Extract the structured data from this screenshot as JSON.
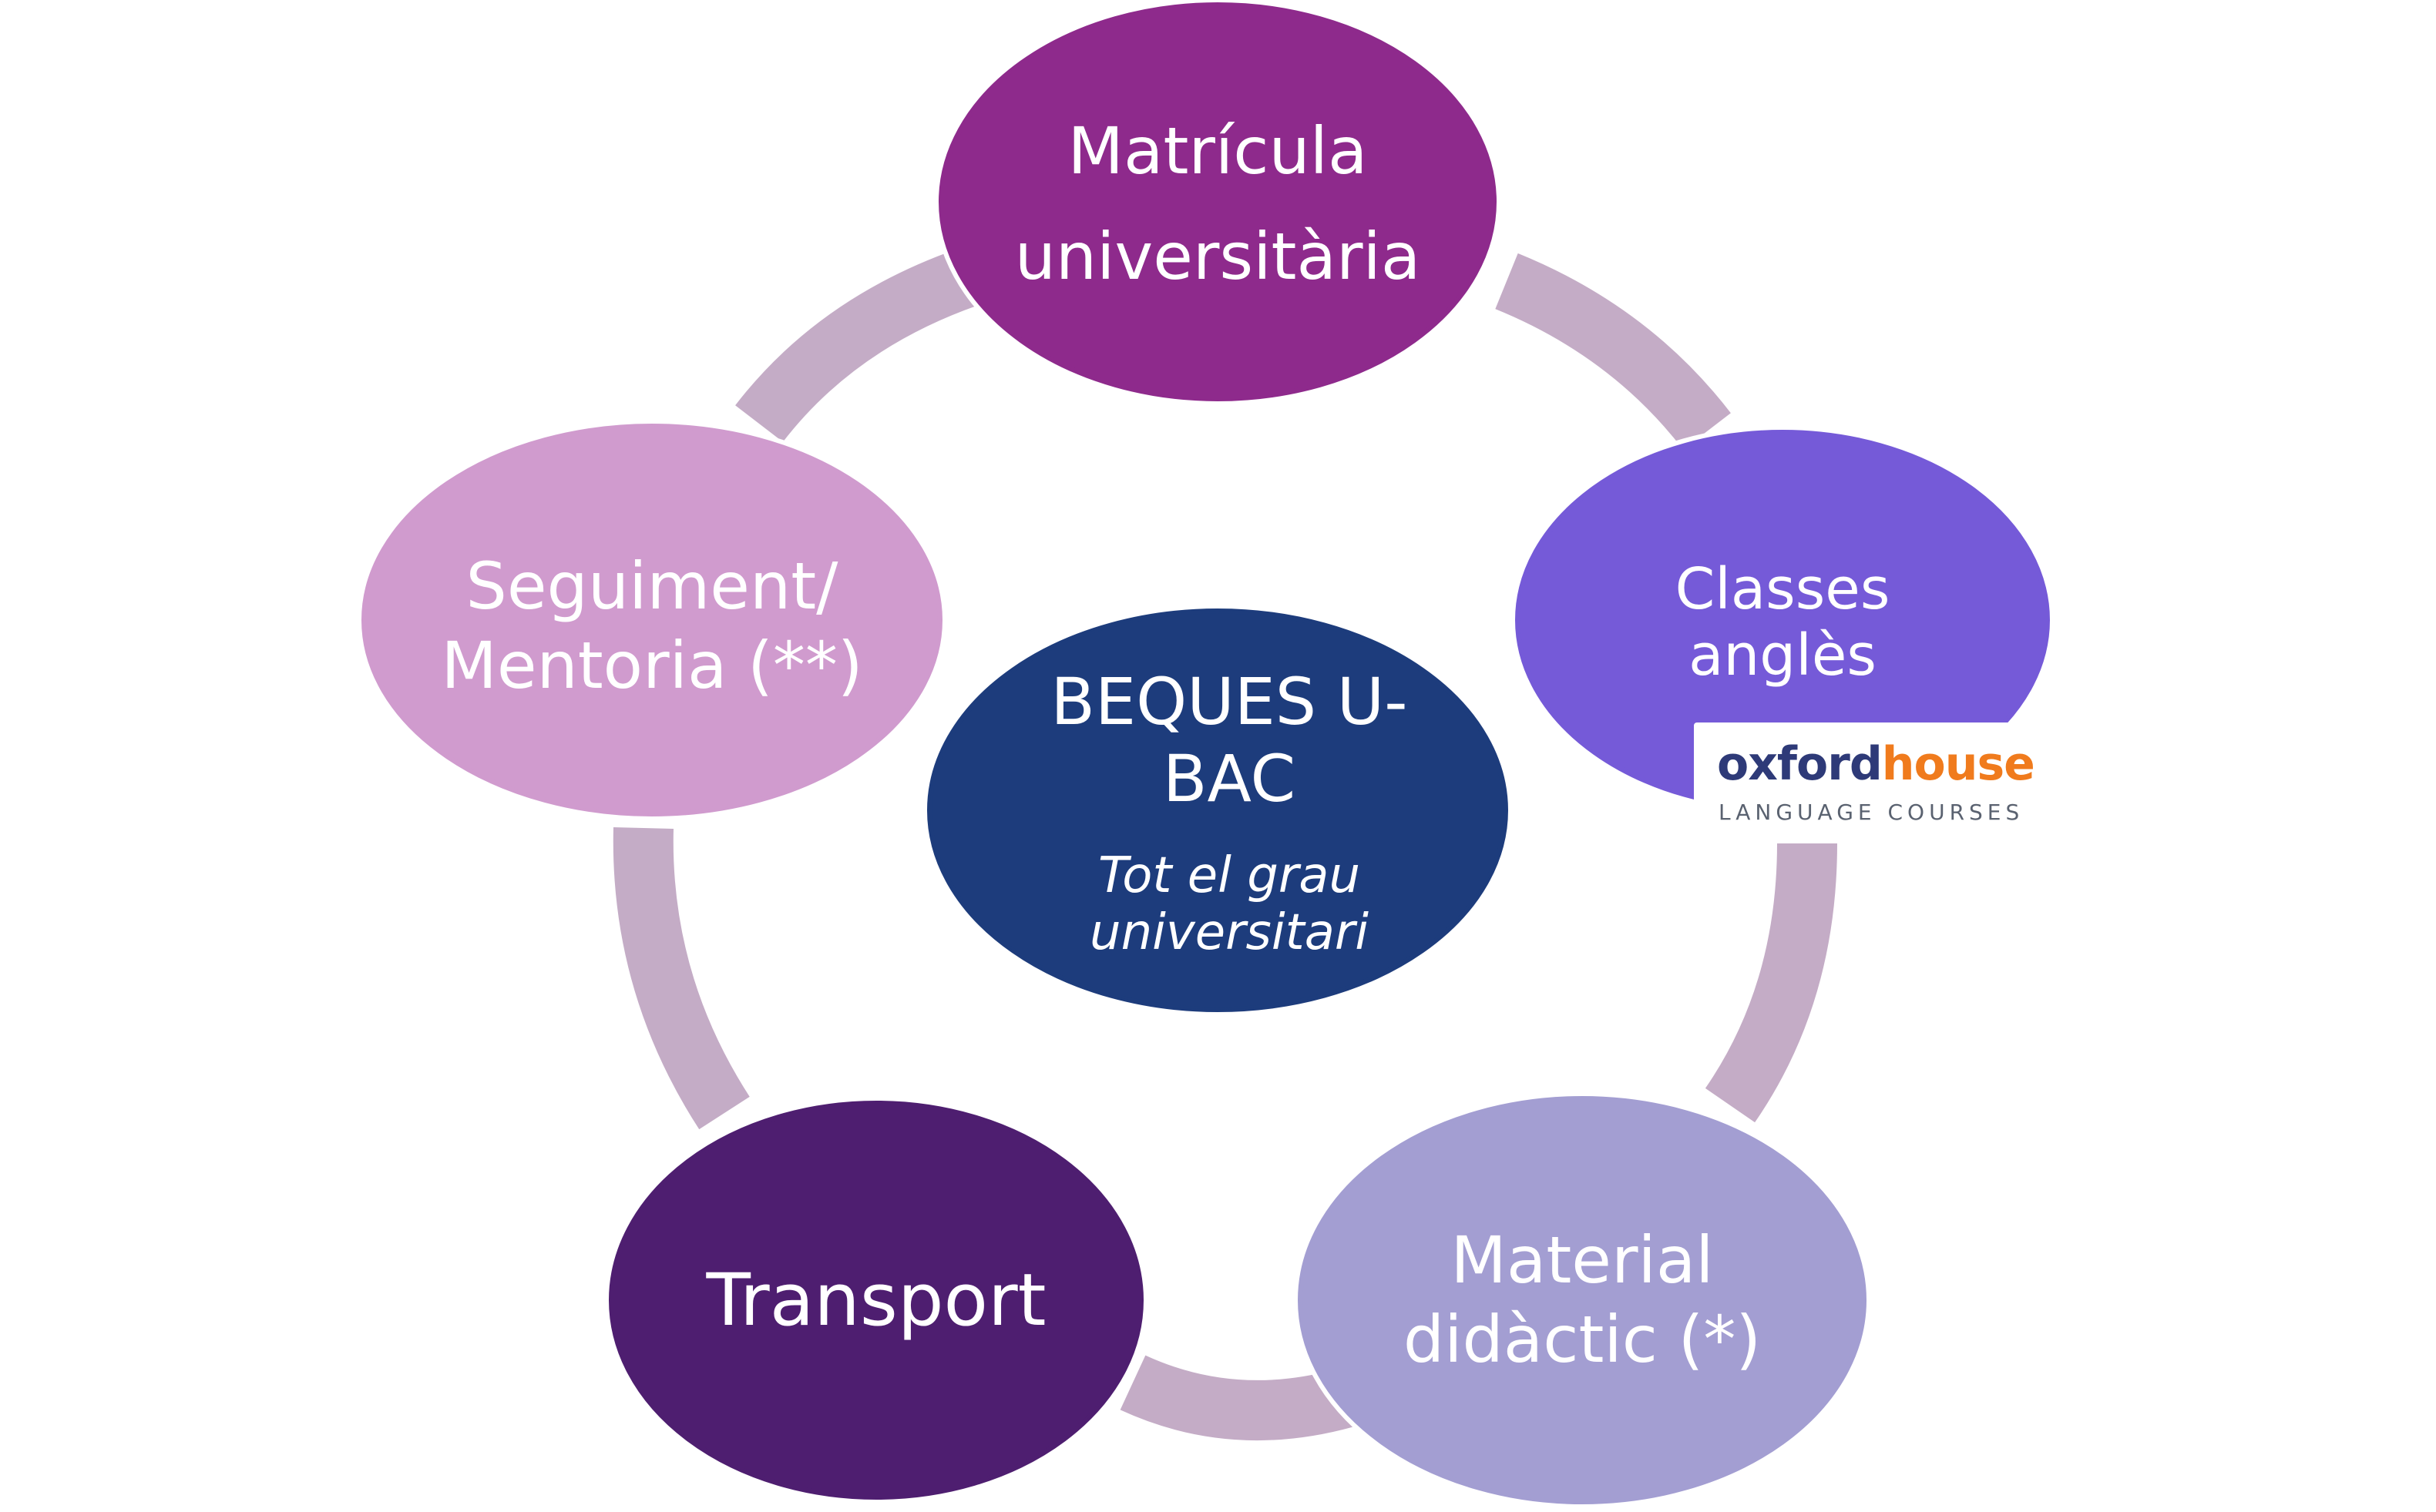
{
  "diagram": {
    "center": {
      "title_line1": "BEQUES U-",
      "title_line2": "BAC",
      "subtitle_line1": "Tot el grau",
      "subtitle_line2": "universitari"
    },
    "nodes": {
      "matricula": {
        "line1": "Matrícula",
        "line2": "universitària"
      },
      "classes": {
        "line1": "Classes",
        "line2": "anglès"
      },
      "material": {
        "line1": "Material",
        "line2": "didàctic (*)"
      },
      "transport": {
        "line1": "Transport"
      },
      "seguiment": {
        "line1": "Seguiment/",
        "line2": "Mentoria (**)"
      }
    },
    "logo": {
      "word1": "oxford",
      "word2": "house",
      "tagline": "LANGUAGE COURSES"
    },
    "colors": {
      "center": "#1d3c7c",
      "matricula": "#8e2a8c",
      "classes": "#755ad8",
      "material": "#a39ed2",
      "transport": "#4e1e70",
      "seguiment": "#d09bce",
      "ring": "#c4acc6",
      "logo_oxford": "#2e3a78",
      "logo_house": "#f07b1d"
    }
  }
}
